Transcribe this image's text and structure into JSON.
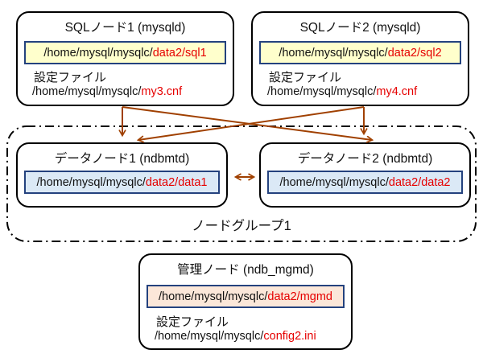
{
  "colors": {
    "arrow": "#a04000",
    "red_text": "#e60000",
    "path_border": "#24427e",
    "sql_path_bg": "#ffffcc",
    "data_path_bg": "#dbe9f6",
    "mgmt_path_bg": "#fbe7d9",
    "node_border": "#000000"
  },
  "nodes": {
    "sql1": {
      "title": "SQLノード1 (mysqld)",
      "path_prefix": "/home/mysql/mysqlc/",
      "path_highlight": "data2/sql1",
      "config_label": "設定ファイル",
      "config_prefix": "/home/mysql/mysqlc/",
      "config_highlight": "my3.cnf"
    },
    "sql2": {
      "title": "SQLノード2 (mysqld)",
      "path_prefix": "/home/mysql/mysqlc/",
      "path_highlight": "data2/sql2",
      "config_label": "設定ファイル",
      "config_prefix": "/home/mysql/mysqlc/",
      "config_highlight": "my4.cnf"
    },
    "data1": {
      "title": "データノード1 (ndbmtd)",
      "path_prefix": "/home/mysql/mysqlc/",
      "path_highlight": "data2/data1"
    },
    "data2": {
      "title": "データノード2 (ndbmtd)",
      "path_prefix": "/home/mysql/mysqlc/",
      "path_highlight": "data2/data2"
    },
    "mgmt": {
      "title": "管理ノード (ndb_mgmd)",
      "path_prefix": "/home/mysql/mysqlc/",
      "path_highlight": "data2/mgmd",
      "config_label": "設定ファイル",
      "config_prefix": "/home/mysql/mysqlc/",
      "config_highlight": "config2.ini"
    }
  },
  "group": {
    "label": "ノードグループ1"
  }
}
